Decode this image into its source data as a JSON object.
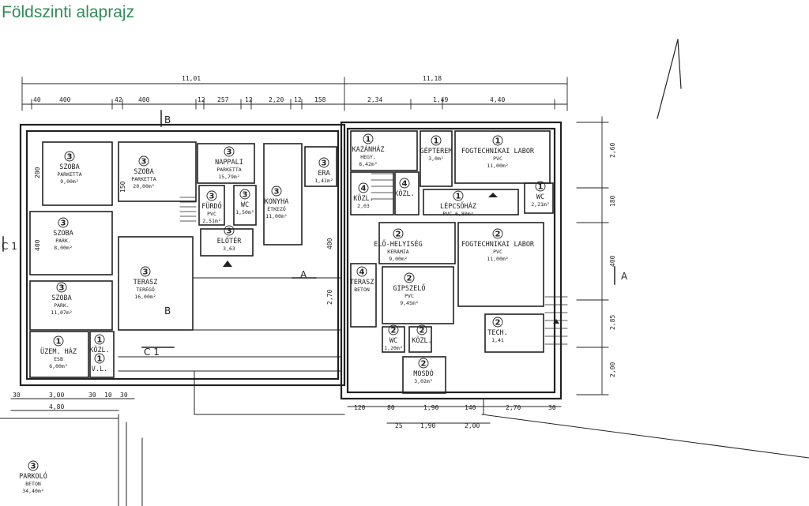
{
  "title": "Földszinti alaprajz",
  "colors": {
    "title": "#2e8b57",
    "ink": "#222222"
  },
  "dimensions": {
    "top_total_left": "11,01",
    "top_total_right": "11,18",
    "top_row": [
      "40",
      "400",
      "42",
      "400",
      "12",
      "257",
      "12",
      "2,20",
      "12",
      "158",
      "2,34",
      "1,49",
      "4,40"
    ],
    "right": [
      "2,60",
      "180",
      "400",
      "2,85",
      "2,00"
    ],
    "bottom_left": [
      "30",
      "3,00",
      "30",
      "10",
      "30"
    ],
    "bottom_left_total": "4,80",
    "bottom_right_a": [
      "120",
      "80",
      "1,90",
      "140",
      "2,70",
      "30"
    ],
    "bottom_right_b": [
      "25",
      "1,90",
      "2,00"
    ],
    "left_side": [
      "200",
      "150",
      "400"
    ],
    "mid": [
      "400",
      "2,70"
    ]
  },
  "sections": {
    "a": "A",
    "b": "B",
    "c": "C 1"
  },
  "rooms": [
    {
      "num": "3",
      "name": "SZOBA",
      "l2": "PARKETTA",
      "l3": "9,00m²"
    },
    {
      "num": "3",
      "name": "SZOBA",
      "l2": "PARKETTA",
      "l3": "20,00m²"
    },
    {
      "num": "3",
      "name": "NAPPALI",
      "l2": "PARKETTA",
      "l3": "15,79m²"
    },
    {
      "num": "3",
      "name": "FÜRDŐ",
      "l2": "PVC",
      "l3": "2,51m²"
    },
    {
      "num": "3",
      "name": "WC",
      "l2": "1,50m²",
      "l3": ""
    },
    {
      "num": "3",
      "name": "KONYHA",
      "l2": "ÉTKEZŐ",
      "l3": "11,00m²"
    },
    {
      "num": "3",
      "name": "ELŐTÉR",
      "l2": "3,63",
      "l3": ""
    },
    {
      "num": "3",
      "name": "ERA",
      "l2": "1,41m²",
      "l3": ""
    },
    {
      "num": "3",
      "name": "SZOBA",
      "l2": "PARK.",
      "l3": "8,00m²"
    },
    {
      "num": "3",
      "name": "SZOBA",
      "l2": "PARK.",
      "l3": "11,07m²"
    },
    {
      "num": "3",
      "name": "TERASZ",
      "l2": "TERÉGŐ",
      "l3": "16,00m²"
    },
    {
      "num": "1",
      "name": "ÜZEM. HÁZ",
      "l2": "ESB",
      "l3": "6,00m²"
    },
    {
      "num": "1",
      "name": "KÖZL.",
      "l2": "",
      "l3": ""
    },
    {
      "num": "1",
      "name": "V.L.",
      "l2": "",
      "l3": ""
    },
    {
      "num": "1",
      "name": "KAZÁNHÁZ",
      "l2": "HEGY.",
      "l3": "8,42m²"
    },
    {
      "num": "1",
      "name": "GÉPTEREM",
      "l2": "3,0m²",
      "l3": ""
    },
    {
      "num": "1",
      "name": "FOGTECHNIKAI LABOR",
      "l2": "PVC",
      "l3": "11,00m²"
    },
    {
      "num": "1",
      "name": "LÉPCSŐHÁZ",
      "l2": "PVC 6,80m²",
      "l3": ""
    },
    {
      "num": "1",
      "name": "WC",
      "l2": "2,21m²",
      "l3": ""
    },
    {
      "num": "4",
      "name": "KÖZL.",
      "l2": "2,03",
      "l3": ""
    },
    {
      "num": "4",
      "name": "KÖZL.",
      "l2": "",
      "l3": ""
    },
    {
      "num": "2",
      "name": "ELŐ-HELYISÉG",
      "l2": "KERÁMIA",
      "l3": "9,00m²"
    },
    {
      "num": "2",
      "name": "FOGTECHNIKAI LABOR",
      "l2": "PVC",
      "l3": "11,00m²"
    },
    {
      "num": "4",
      "name": "TERASZ",
      "l2": "BETON",
      "l3": ""
    },
    {
      "num": "2",
      "name": "GIPSZELŐ",
      "l2": "PVC",
      "l3": "9,45m²"
    },
    {
      "num": "2",
      "name": "TECH.",
      "l2": "1,41",
      "l3": ""
    },
    {
      "num": "2",
      "name": "WC",
      "l2": "1,20m²",
      "l3": ""
    },
    {
      "num": "2",
      "name": "KÖZL.",
      "l2": "",
      "l3": ""
    },
    {
      "num": "2",
      "name": "MOSDÓ",
      "l2": "3,02m²",
      "l3": ""
    },
    {
      "num": "3",
      "name": "PARKOLÓ",
      "l2": "BETON",
      "l3": "34,40m²"
    }
  ]
}
